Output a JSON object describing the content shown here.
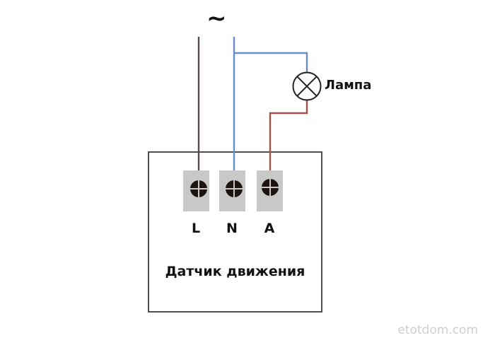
{
  "diagram": {
    "supply_symbol": "~",
    "lamp_label": "Лампа",
    "device_label": "Датчик движения",
    "terminals": [
      {
        "label": "L",
        "wire": "phase",
        "color": "#5a4a42"
      },
      {
        "label": "N",
        "wire": "neutral",
        "color": "#6a8cc8"
      },
      {
        "label": "A",
        "wire": "load",
        "color": "#a5524a"
      }
    ],
    "colors": {
      "phase": "#5a4a42",
      "neutral": "#6a8cc8",
      "load": "#a5524a",
      "terminal_block": "#c8c8c8",
      "screw": "#1e130e",
      "outline": "#222222"
    },
    "watermark": "etotdom.com"
  }
}
